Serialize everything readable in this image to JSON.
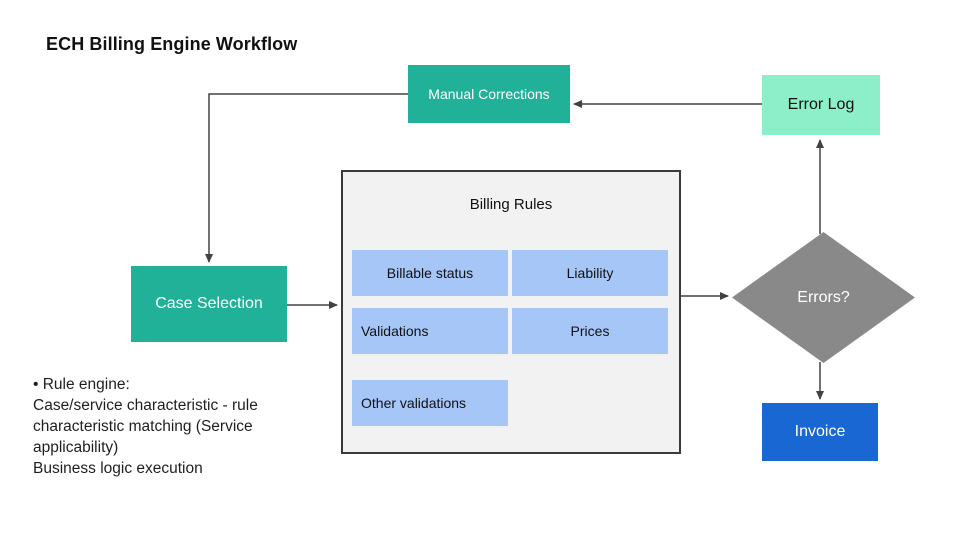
{
  "title": "ECH Billing Engine Workflow",
  "nodes": {
    "manual_corrections": {
      "label": "Manual Corrections",
      "color": "#21B098",
      "text_color": "#FFFFFF"
    },
    "error_log": {
      "label": "Error Log",
      "color": "#8DEECA",
      "text_color": "#111111"
    },
    "case_selection": {
      "label": "Case Selection",
      "color": "#21B098",
      "text_color": "#FFFFFF"
    },
    "errors_decision": {
      "label": "Errors?",
      "color": "#898989",
      "text_color": "#FFFFFF",
      "shape": "diamond"
    },
    "invoice": {
      "label": "Invoice",
      "color": "#1967D2",
      "text_color": "#FFFFFF"
    },
    "billing_rules": {
      "title": "Billing Rules",
      "container_color": "#F2F2F2",
      "border_color": "#3A3A3A",
      "item_color": "#A5C6F7",
      "items": [
        "Billable status",
        "Liability",
        "Validations",
        "Prices",
        "Other validations"
      ]
    }
  },
  "notes": {
    "lines": [
      "• Rule engine:",
      "Case/service characteristic - rule",
      "characteristic matching (Service",
      "applicability)",
      "Business logic execution"
    ]
  },
  "connector_color": "#424242"
}
